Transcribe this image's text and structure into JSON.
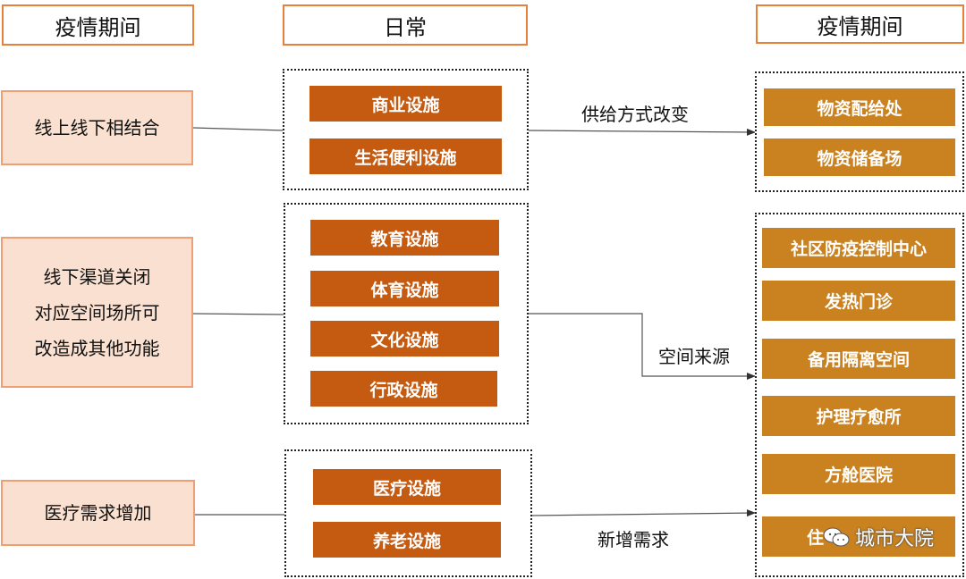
{
  "headers": {
    "left": "疫情期间",
    "middle": "日常",
    "right": "疫情期间"
  },
  "left_boxes": [
    {
      "lines": [
        "线上线下相结合"
      ]
    },
    {
      "lines": [
        "线下渠道关闭",
        "对应空间场所可",
        "改造成其他功能"
      ]
    },
    {
      "lines": [
        "医疗需求增加"
      ]
    }
  ],
  "middle_groups": [
    {
      "items": [
        "商业设施",
        "生活便利设施"
      ]
    },
    {
      "items": [
        "教育设施",
        "体育设施",
        "文化设施",
        "行政设施"
      ]
    },
    {
      "items": [
        "医疗设施",
        "养老设施"
      ]
    }
  ],
  "right_groups": [
    {
      "items": [
        "物资配给处",
        "物资储备场"
      ]
    },
    {
      "items": [
        "社区防疫控制中心",
        "发热门诊",
        "备用隔离空间",
        "护理疗愈所",
        "方舱医院",
        "住"
      ]
    }
  ],
  "edge_labels": {
    "supply": "供给方式改变",
    "space": "空间来源",
    "demand": "新增需求"
  },
  "watermark": {
    "text": "城市大院",
    "icon": "wechat-icon"
  },
  "colors": {
    "header_border": "#E6803A",
    "left_fill": "#FAE0D0",
    "middle_fill": "#C55A11",
    "right_fill": "#C9821F"
  }
}
